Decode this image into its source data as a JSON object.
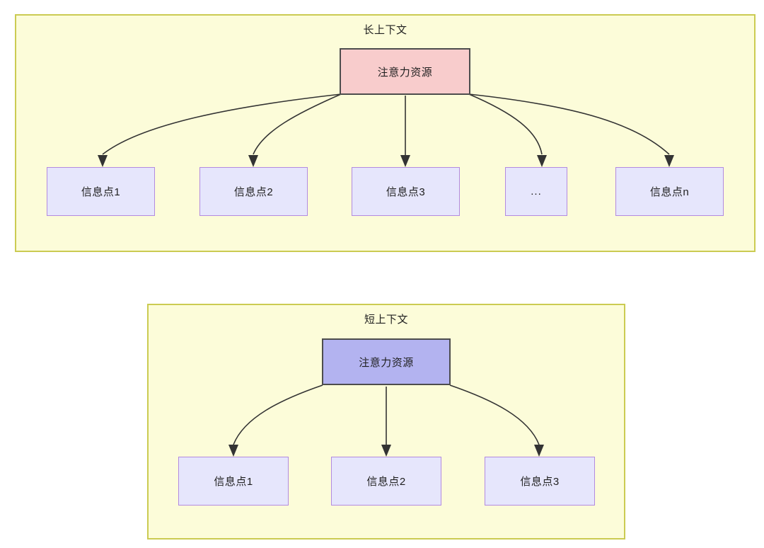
{
  "diagram": {
    "type": "flow-tree",
    "background": "#ffffff",
    "panel_fill": "#fcfcd9",
    "panel_stroke": "#cbcb52",
    "edge_color": "#333333",
    "panels": [
      {
        "id": "long-context",
        "title": "长上下文",
        "root": {
          "label": "注意力资源",
          "fill": "#f8cccc",
          "stroke": "#4d4d4d"
        },
        "children": [
          {
            "label": "信息点1"
          },
          {
            "label": "信息点2"
          },
          {
            "label": "信息点3"
          },
          {
            "label": "..."
          },
          {
            "label": "信息点n"
          }
        ],
        "child_fill": "#e6e6fc",
        "child_stroke": "#b28ae0"
      },
      {
        "id": "short-context",
        "title": "短上下文",
        "root": {
          "label": "注意力资源",
          "fill": "#b3b3f0",
          "stroke": "#4d4d4d"
        },
        "children": [
          {
            "label": "信息点1"
          },
          {
            "label": "信息点2"
          },
          {
            "label": "信息点3"
          }
        ],
        "child_fill": "#e6e6fc",
        "child_stroke": "#b28ae0"
      }
    ]
  }
}
